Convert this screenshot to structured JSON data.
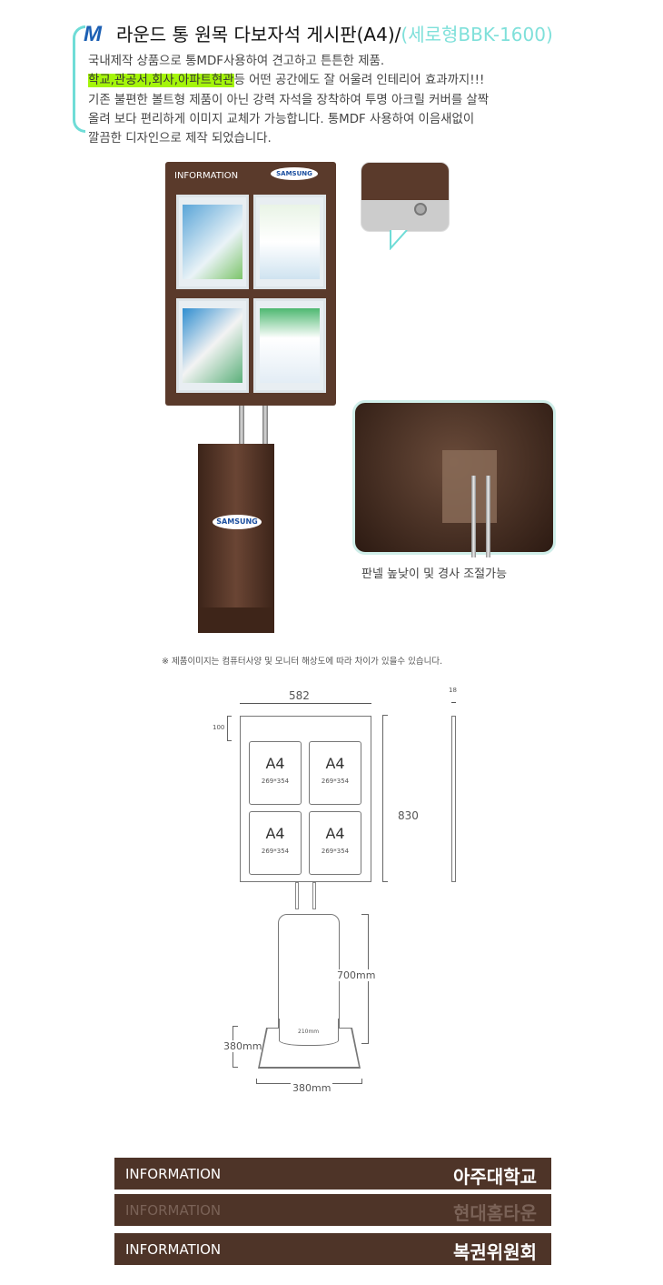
{
  "header": {
    "logo": "M",
    "title": "라운드 통 원목 다보자석 게시판(A4)/",
    "subtitle": "(세로형BBK-1600)"
  },
  "description": {
    "line1": "국내제작 상품으로  통MDF사용하여 견고하고 튼튼한 제품.",
    "line2_highlight": "학교,관공서,회사,아파트현관",
    "line2_rest": "등 어떤 공간에도 잘 어울려 인테리어 효과까지!!!",
    "line3": "기존 불편한 볼트형 제품이 아닌 강력 자석을 장착하여 투명 아크릴 커버를 살짝",
    "line4": "올려 보다 편리하게 이미지 교체가 가능합니다. 통MDF 사용하여 이음새없이",
    "line5": "깔끔한 디자인으로 제작 되었습니다."
  },
  "product": {
    "board_label": "INFORMATION",
    "brand": "SAMSUNG",
    "caption": "판넬 높낮이 및 경사 조절가능"
  },
  "disclaimer": "※ 제품이미지는 컴퓨터사양 및 모니터 해상도에 따라 차이가 있을수 있습니다.",
  "diagram": {
    "width": "582",
    "height": "830",
    "thickness": "18",
    "top_margin": "100",
    "panel_label": "A4",
    "panel_size": "269*354",
    "column_height": "700mm",
    "column_width": "210mm",
    "base_depth": "380mm",
    "base_width": "380mm"
  },
  "banners": [
    {
      "left": "INFORMATION",
      "right": "아주대학교"
    },
    {
      "left": "INFORMATION",
      "right": "현대홈타운"
    },
    {
      "left": "INFORMATION",
      "right": "복권위원회"
    }
  ]
}
